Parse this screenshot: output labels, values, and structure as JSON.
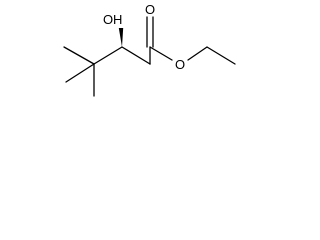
{
  "structure": {
    "atoms": {
      "hydroxyl_oxygen": "O",
      "hydroxyl_hydrogen": "H",
      "carbonyl_oxygen": "O",
      "ester_oxygen": "O"
    },
    "colors": {
      "bond": "#000000",
      "label": "#000000",
      "background": "#ffffff"
    }
  }
}
